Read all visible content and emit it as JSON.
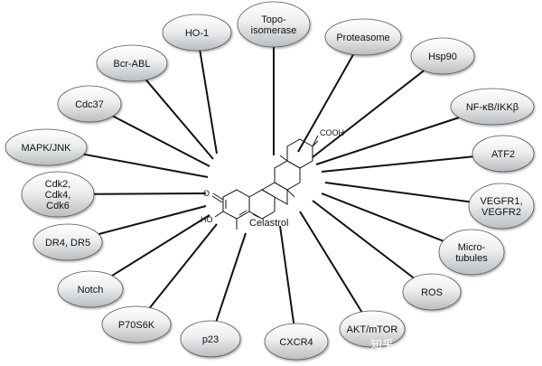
{
  "diagram": {
    "center": {
      "compound": "Celastrol",
      "groups": {
        "carboxyl": "COOH",
        "ketone": "O",
        "hydroxyl": "HO"
      }
    },
    "targets": [
      "HO-1",
      "Topo-\nisomerase",
      "Proteasome",
      "Hsp90",
      "NF-κB/IKKβ",
      "ATF2",
      "VEGFR1,\nVEGFR2",
      "Micro-\ntubules",
      "ROS",
      "AKT/mTOR",
      "CXCR4",
      "p23",
      "P70S6K",
      "Notch",
      "DR4, DR5",
      "Cdk2,\nCdk4,\nCdk6",
      "MAPK/JNK",
      "Cdc37",
      "Bcr-ABL"
    ],
    "colors": {
      "bubble_top": "#ffffff",
      "bubble_bottom": "#b9bdc1",
      "bubble_stroke": "#55595e",
      "connector": "#111111"
    }
  },
  "watermark": "知乎 @biofount科研试剂"
}
